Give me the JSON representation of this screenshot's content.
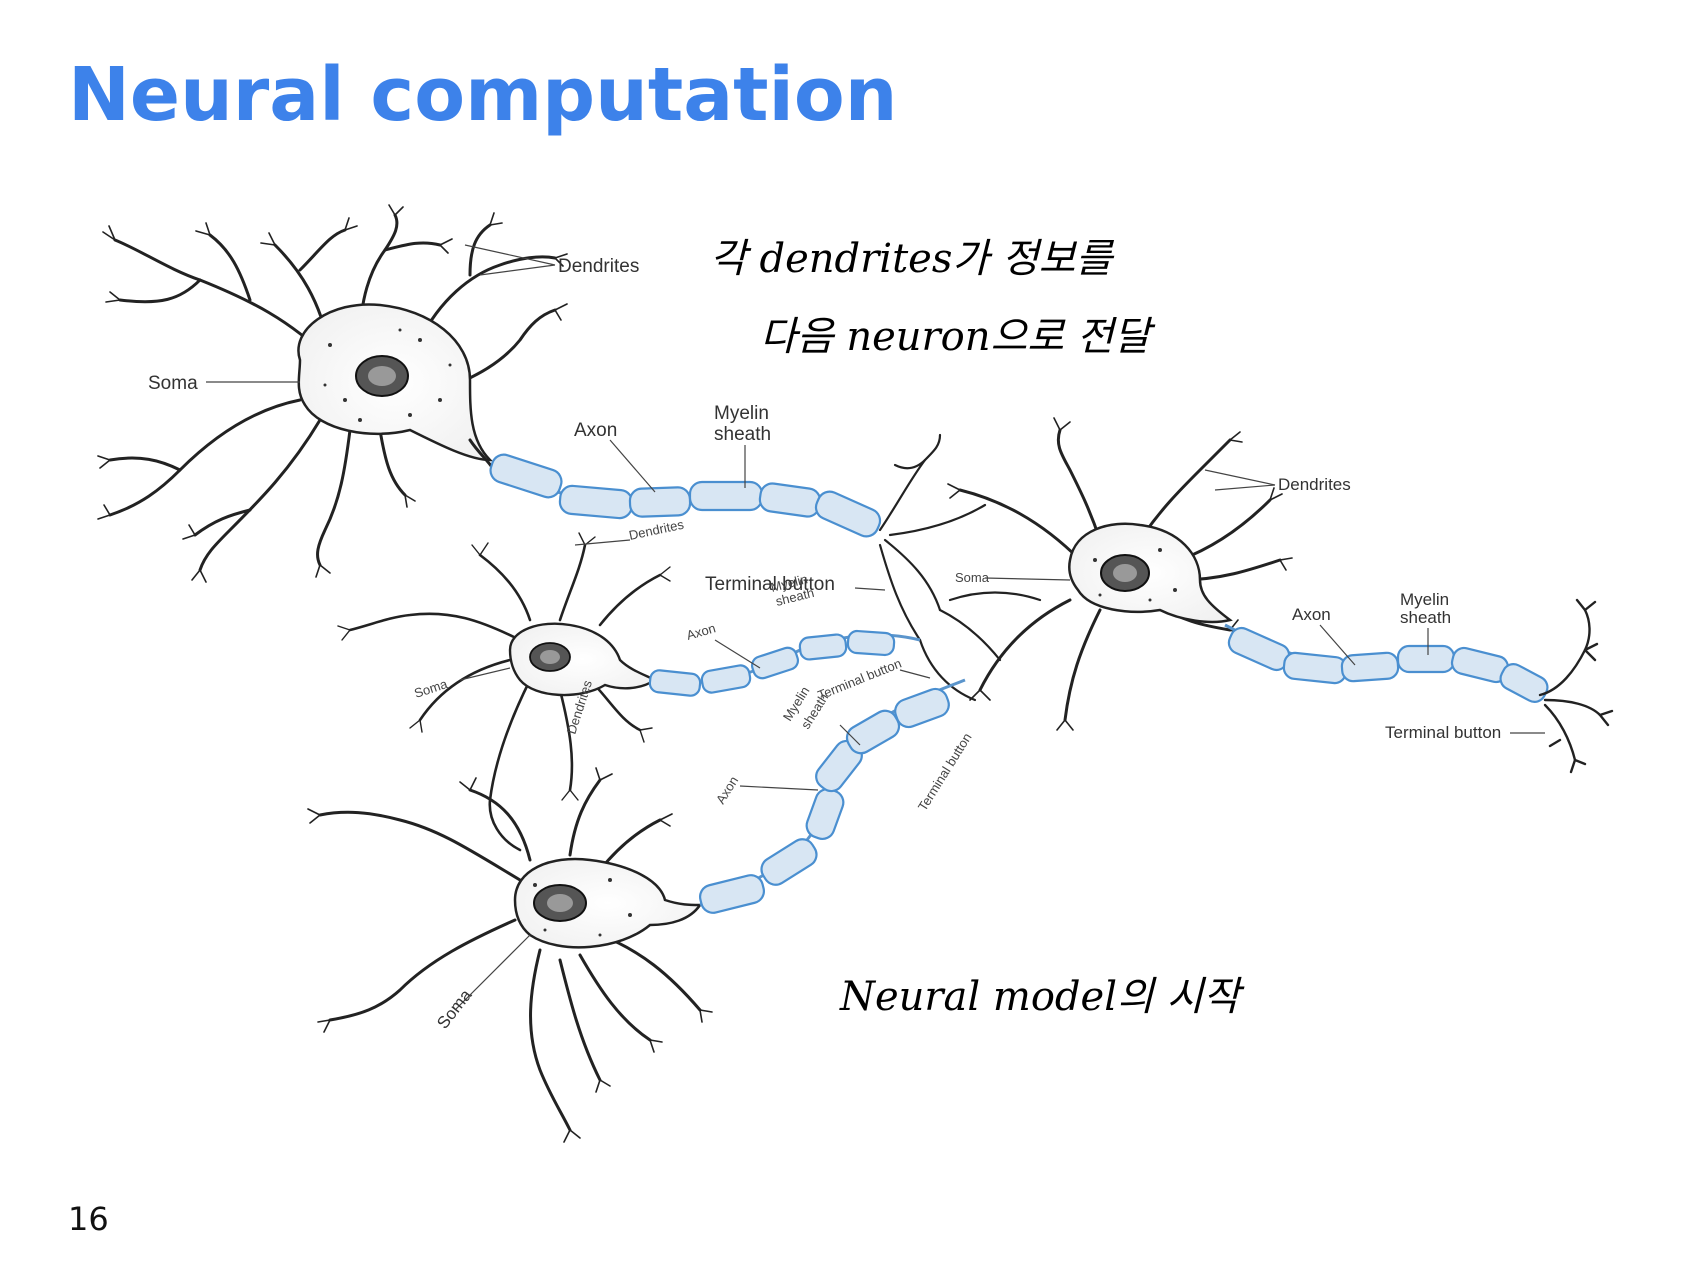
{
  "slide": {
    "title": "Neural computation",
    "page_number": "16"
  },
  "labels": {
    "dendrites_top": "Dendrites",
    "soma_left": "Soma",
    "axon_top": "Axon",
    "myelin_top_line1": "Myelin",
    "myelin_top_line2": "sheath",
    "dendrites_right": "Dendrites",
    "dendrites_mid": "Dendrites",
    "terminal_button_mid": "Terminal button",
    "soma_right": "Soma",
    "myelin_mid_line1": "Myelin",
    "myelin_mid_line2": "sheath",
    "axon_mid": "Axon",
    "axon_right": "Axon",
    "myelin_right_line1": "Myelin",
    "myelin_right_line2": "sheath",
    "soma_mid": "Soma",
    "dendrites_mid_vertical": "Dendrites",
    "myelin_lower_line1": "Myelin",
    "myelin_lower_line2": "sheath",
    "terminal_button_lower": "Terminal button",
    "terminal_button_right": "Terminal button",
    "terminal_button_rotated": "Terminal button",
    "axon_lower": "Axon",
    "soma_bottom": "Soma"
  },
  "handwriting": {
    "note_line1": "각 dendrites가 정보를",
    "note_line2": "다음 neuron으로 전달",
    "note_bottom": "Neural model의 시작"
  },
  "colors": {
    "title": "#3d82ea",
    "myelin_outline": "#4a8fd0",
    "myelin_fill": "#d8e6f3"
  }
}
